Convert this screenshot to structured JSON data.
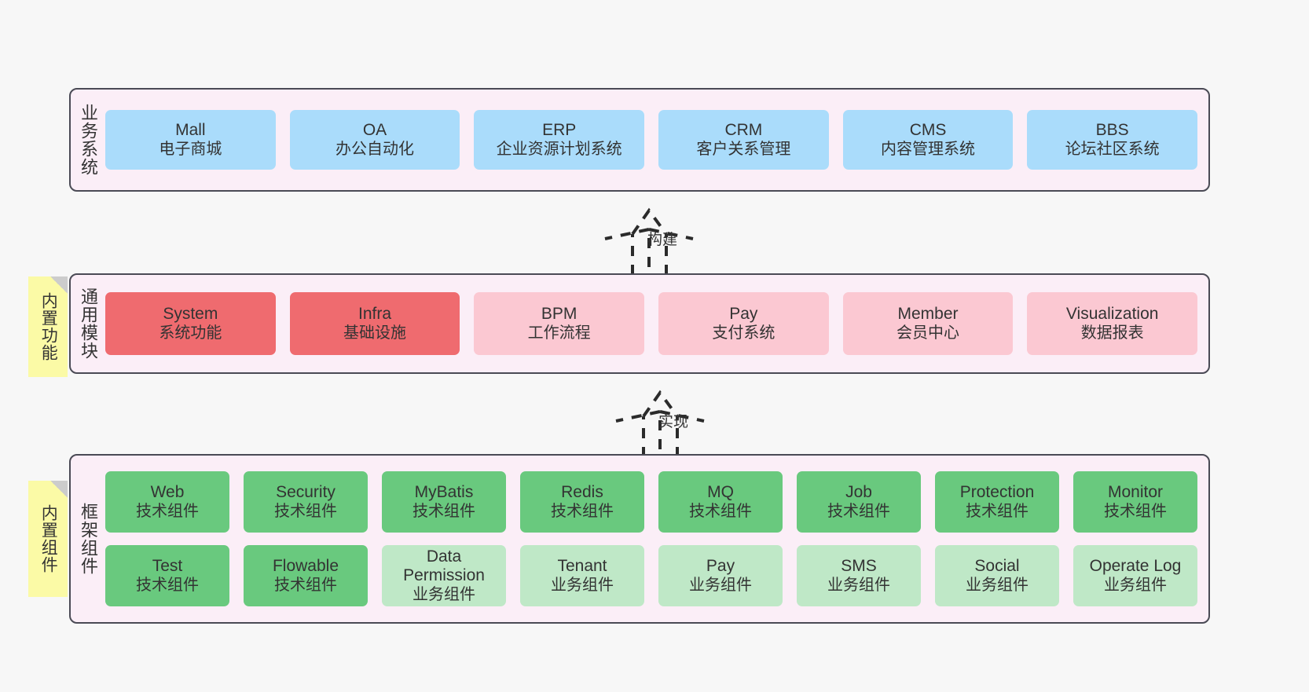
{
  "diagram": {
    "title_note_1": "内置功能",
    "title_note_2": "内置组件",
    "colors": {
      "layer_bg": "#fbeef7",
      "layer_border": "#4a4a55",
      "business": "#aadcfb",
      "module_core": "#ef6b6f",
      "module_optional": "#fbc8d2",
      "framework_tech": "#69c97e",
      "framework_biz": "#bfe8c7",
      "note": "#fbfaa6",
      "page_bg": "#f7f7f7"
    }
  },
  "layers": {
    "business": {
      "label": "业务系统",
      "items": [
        {
          "name": "Mall",
          "desc": "电子商城"
        },
        {
          "name": "OA",
          "desc": "办公自动化"
        },
        {
          "name": "ERP",
          "desc": "企业资源计划系统"
        },
        {
          "name": "CRM",
          "desc": "客户关系管理"
        },
        {
          "name": "CMS",
          "desc": "内容管理系统"
        },
        {
          "name": "BBS",
          "desc": "论坛社区系统"
        }
      ]
    },
    "modules": {
      "label": "通用模块",
      "items": [
        {
          "name": "System",
          "desc": "系统功能",
          "variant": "c-red"
        },
        {
          "name": "Infra",
          "desc": "基础设施",
          "variant": "c-red"
        },
        {
          "name": "BPM",
          "desc": "工作流程",
          "variant": "c-pink"
        },
        {
          "name": "Pay",
          "desc": "支付系统",
          "variant": "c-pink"
        },
        {
          "name": "Member",
          "desc": "会员中心",
          "variant": "c-pink"
        },
        {
          "name": "Visualization",
          "desc": "数据报表",
          "variant": "c-pink"
        }
      ]
    },
    "framework": {
      "label": "框架组件",
      "row1": [
        {
          "name": "Web",
          "desc": "技术组件",
          "variant": "c-green"
        },
        {
          "name": "Security",
          "desc": "技术组件",
          "variant": "c-green"
        },
        {
          "name": "MyBatis",
          "desc": "技术组件",
          "variant": "c-green"
        },
        {
          "name": "Redis",
          "desc": "技术组件",
          "variant": "c-green"
        },
        {
          "name": "MQ",
          "desc": "技术组件",
          "variant": "c-green"
        },
        {
          "name": "Job",
          "desc": "技术组件",
          "variant": "c-green"
        },
        {
          "name": "Protection",
          "desc": "技术组件",
          "variant": "c-green"
        },
        {
          "name": "Monitor",
          "desc": "技术组件",
          "variant": "c-green"
        }
      ],
      "row2": [
        {
          "name": "Test",
          "desc": "技术组件",
          "variant": "c-green"
        },
        {
          "name": "Flowable",
          "desc": "技术组件",
          "variant": "c-green"
        },
        {
          "name": "Data Permission",
          "desc": "业务组件",
          "variant": "c-lightgreen"
        },
        {
          "name": "Tenant",
          "desc": "业务组件",
          "variant": "c-lightgreen"
        },
        {
          "name": "Pay",
          "desc": "业务组件",
          "variant": "c-lightgreen"
        },
        {
          "name": "SMS",
          "desc": "业务组件",
          "variant": "c-lightgreen"
        },
        {
          "name": "Social",
          "desc": "业务组件",
          "variant": "c-lightgreen"
        },
        {
          "name": "Operate Log",
          "desc": "业务组件",
          "variant": "c-lightgreen"
        }
      ]
    }
  },
  "connectors": [
    {
      "label": "构建"
    },
    {
      "label": "实现"
    }
  ]
}
